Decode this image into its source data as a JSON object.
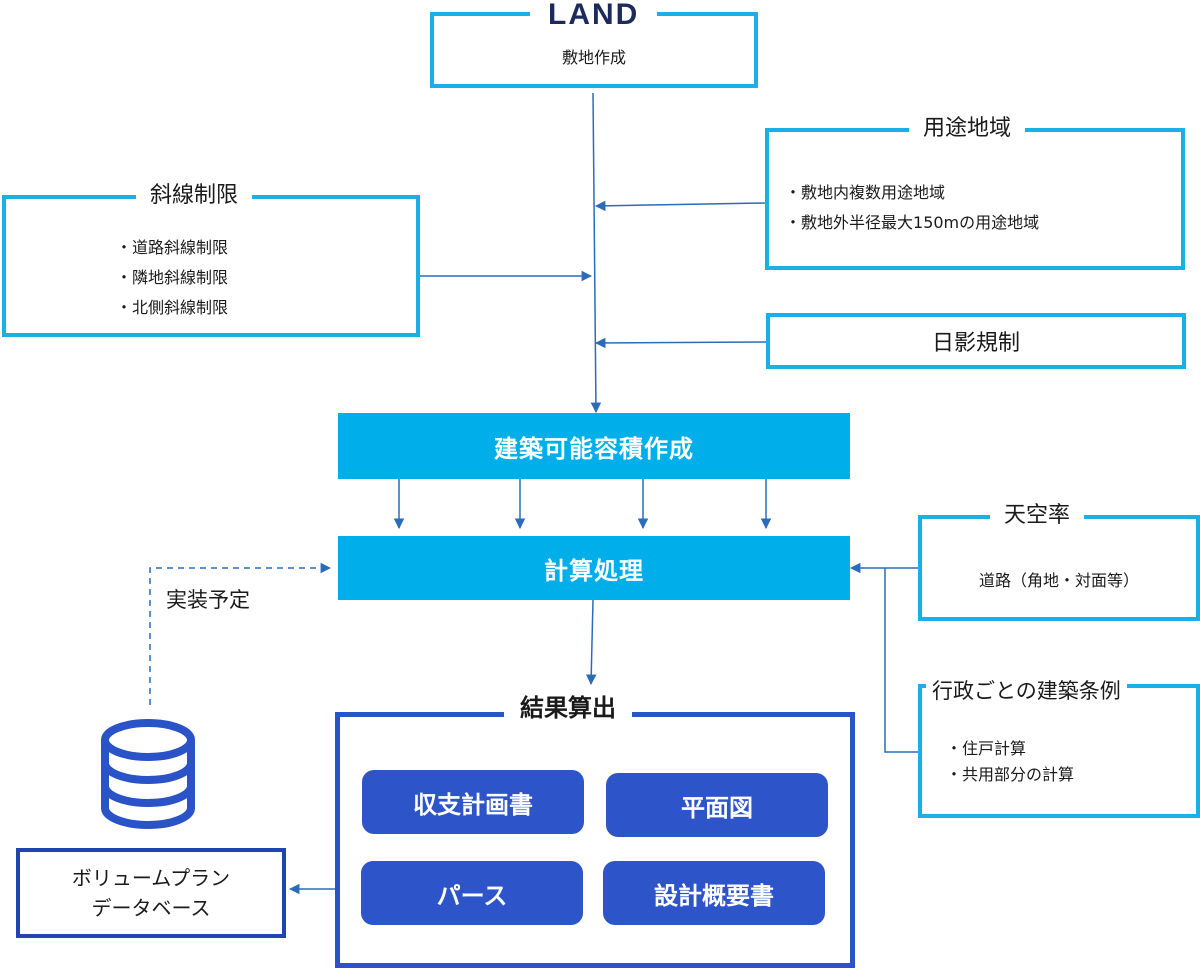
{
  "land": {
    "logo": "LAND",
    "subtitle": "敷地作成"
  },
  "zoning": {
    "title": "用途地域",
    "items": [
      "敷地内複数用途地域",
      "敷地外半径最大150mの用途地域"
    ]
  },
  "slope": {
    "title": "斜線制限",
    "items": [
      "道路斜線制限",
      "隣地斜線制限",
      "北側斜線制限"
    ]
  },
  "shadow": {
    "label": "日影規制"
  },
  "buildable": {
    "label": "建築可能容積作成"
  },
  "calc": {
    "label": "計算処理"
  },
  "sky": {
    "title": "天空率",
    "item": "道路（角地・対面等）"
  },
  "ordinance": {
    "title": "行政ごとの建築条例",
    "items": [
      "住戸計算",
      "共用部分の計算"
    ]
  },
  "planned": {
    "label": "実装予定"
  },
  "db": {
    "line1": "ボリュームプラン",
    "line2": "データベース"
  },
  "results": {
    "title": "結果算出",
    "buttons": [
      "収支計画書",
      "平面図",
      "パース",
      "設計概要書"
    ]
  },
  "colors": {
    "cyan": "#1ab0e6",
    "bar": "#00aeea",
    "blue": "#2a53c8",
    "arrow": "#2b6cb8"
  }
}
